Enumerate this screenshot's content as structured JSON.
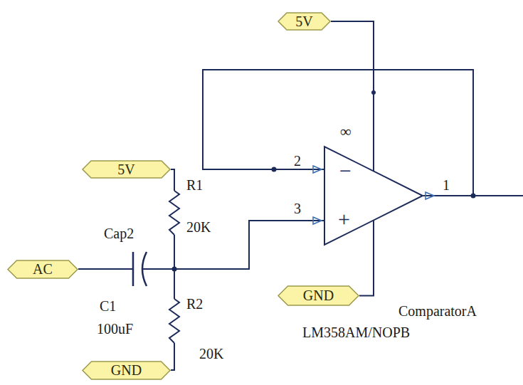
{
  "diagram": {
    "nodes": [
      {
        "text": [
          "5V"
        ]
      },
      {
        "text": [
          "5V"
        ]
      },
      {
        "text": [
          "−",
          "+"
        ]
      },
      {
        "text": [
          "AC"
        ]
      },
      {
        "text": [
          "GND"
        ]
      },
      {
        "text": [
          "GND"
        ]
      }
    ],
    "edges": [
      {
        "from": 0,
        "to": 2,
        "arrow": "none"
      },
      {
        "from": 4,
        "to": 2,
        "arrow": "none"
      }
    ],
    "labels": [
      "∞",
      "2",
      "3",
      "1",
      "Cap2",
      "C1",
      "100uF",
      "R1",
      "20K",
      "R2",
      "20K",
      "ComparatorA",
      "LM358AM/NOPB"
    ]
  }
}
